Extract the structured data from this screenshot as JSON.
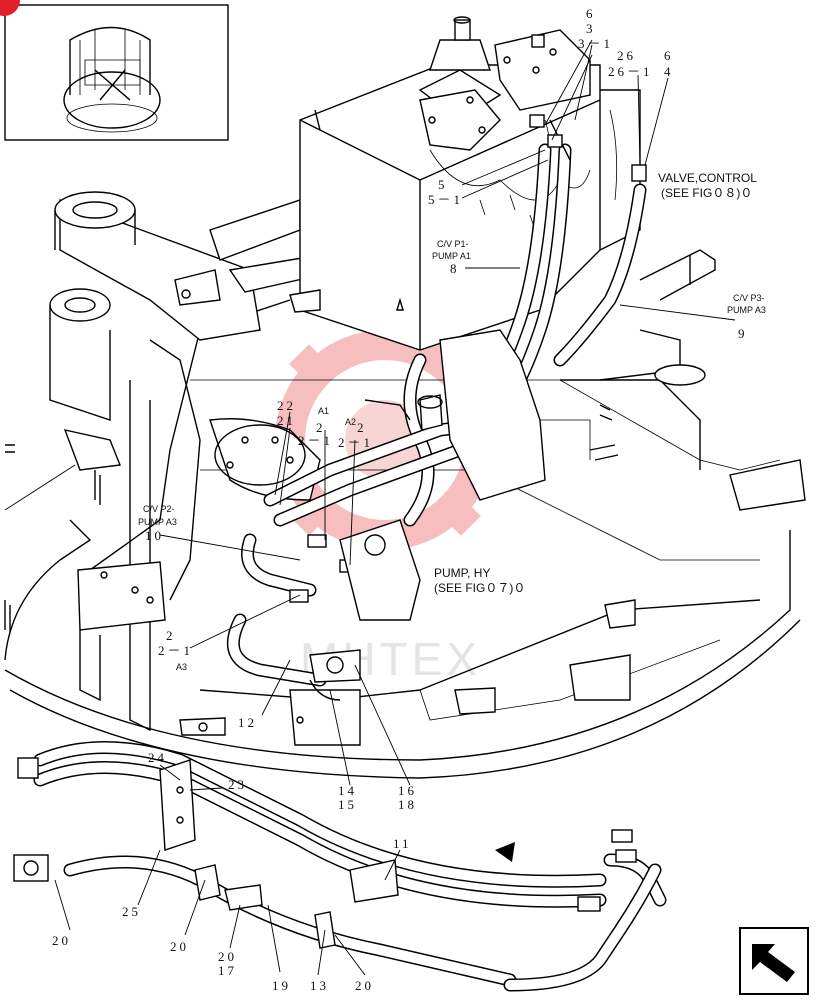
{
  "diagram": {
    "callouts": [
      {
        "id": "c6a",
        "text": "6"
      },
      {
        "id": "c3a",
        "text": "3"
      },
      {
        "id": "c3-1",
        "text": "3－1"
      },
      {
        "id": "c26",
        "text": "26"
      },
      {
        "id": "c6b",
        "text": "6"
      },
      {
        "id": "c26-1",
        "text": "26－1"
      },
      {
        "id": "c4",
        "text": "4"
      },
      {
        "id": "c5",
        "text": "5"
      },
      {
        "id": "c5-1",
        "text": "5－1"
      },
      {
        "id": "c8",
        "text": "8"
      },
      {
        "id": "c9",
        "text": "9"
      },
      {
        "id": "c22a",
        "text": "22"
      },
      {
        "id": "c21",
        "text": "21"
      },
      {
        "id": "c2a",
        "text": "2"
      },
      {
        "id": "c2b",
        "text": "2"
      },
      {
        "id": "c2-1a",
        "text": "2－1"
      },
      {
        "id": "c2-1b",
        "text": "2－1"
      },
      {
        "id": "c10",
        "text": "10"
      },
      {
        "id": "c2c",
        "text": "2"
      },
      {
        "id": "c2-1c",
        "text": "2－1"
      },
      {
        "id": "c12",
        "text": "12"
      },
      {
        "id": "c14",
        "text": "14"
      },
      {
        "id": "c15",
        "text": "15"
      },
      {
        "id": "c16",
        "text": "16"
      },
      {
        "id": "c18",
        "text": "18"
      },
      {
        "id": "c24",
        "text": "24"
      },
      {
        "id": "c23",
        "text": "23"
      },
      {
        "id": "c20a",
        "text": "20"
      },
      {
        "id": "c25",
        "text": "25"
      },
      {
        "id": "c20b",
        "text": "20"
      },
      {
        "id": "c20c",
        "text": "20"
      },
      {
        "id": "c17",
        "text": "17"
      },
      {
        "id": "c19",
        "text": "19"
      },
      {
        "id": "c13",
        "text": "13"
      },
      {
        "id": "c20d",
        "text": "20"
      },
      {
        "id": "c11",
        "text": "11"
      }
    ],
    "labels": {
      "valve_control_1": "VALVE,CONTROL",
      "valve_control_2": "(SEE FIG０８)０",
      "cvp1_1": "C/V P1-",
      "cvp1_2": "PUMP A1",
      "cvp3_1": "C/V P3-",
      "cvp3_2": "PUMP A3",
      "cvp2_1": "C/V P2-",
      "cvp2_2": "PUMP A3",
      "pump_hy_1": "PUMP, HY",
      "pump_hy_2": "(SEE FIG０７)０",
      "a1": "A1",
      "a2": "A2",
      "a3": "A3"
    },
    "watermark": "MHTEX",
    "colors": {
      "line": "#000000",
      "watermark": "#f4b3b3",
      "badge": "#e0202a"
    }
  }
}
